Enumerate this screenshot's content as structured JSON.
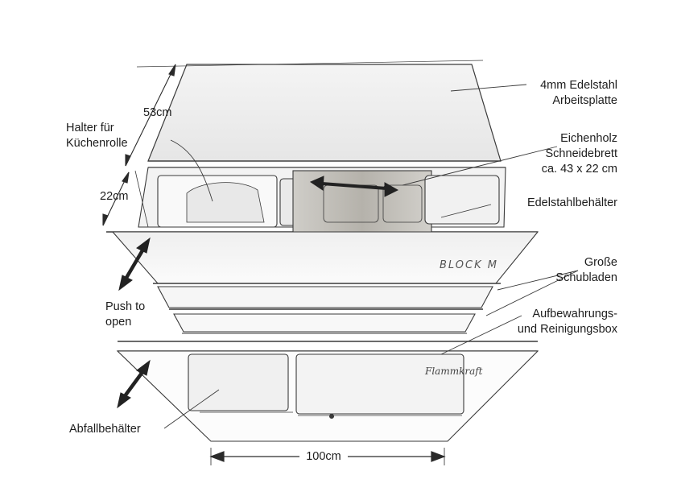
{
  "labels": {
    "worktop": [
      "4mm Edelstahl",
      "Arbeitsplatte"
    ],
    "cutting_board": [
      "Eichenholz",
      "Schneidebrett",
      "ca. 43 x 22 cm"
    ],
    "steel_container": [
      "Edelstahlbehälter"
    ],
    "drawers": [
      "Große",
      "Schubladen"
    ],
    "storage_box": [
      "Aufbewahrungs-",
      "und Reinigungsbox"
    ],
    "roll_holder": [
      "Halter für",
      "Küchenrolle"
    ],
    "push_to_open": [
      "Push to",
      "open"
    ],
    "waste_bin": [
      "Abfallbehälter"
    ]
  },
  "dimensions": {
    "depth": "53cm",
    "height": "22cm",
    "width": "100cm"
  },
  "brands": {
    "drawer_badge": "BLOCK M",
    "logo_script": "Flammkraft"
  },
  "icons": {
    "arrow_slide": "double-arrow-icon",
    "push_arrow": "push-to-open-arrow-icon"
  },
  "colors": {
    "ink": "#1d1d1d",
    "sketch_line": "#3a3a3a",
    "soft_fill": "#eeeeee",
    "wood": "#bdbab4"
  }
}
